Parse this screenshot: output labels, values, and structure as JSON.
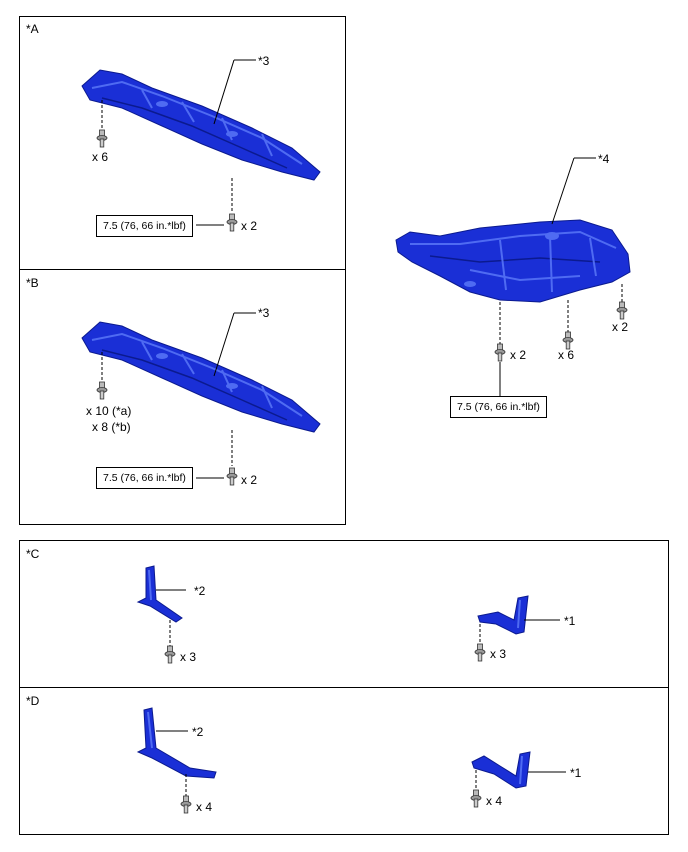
{
  "panels": {
    "A": {
      "label": "*A",
      "part_callout": "*3",
      "bolt_qty_1": "x 6",
      "torque": "7.5 (76, 66 in.*lbf)",
      "bolt_qty_2": "x 2"
    },
    "B": {
      "label": "*B",
      "part_callout": "*3",
      "bolt_qty_1a": "x 10 (*a)",
      "bolt_qty_1b": "x 8 (*b)",
      "torque": "7.5 (76, 66 in.*lbf)",
      "bolt_qty_2": "x 2"
    },
    "right": {
      "part_callout": "*4",
      "bolt_qty_left": "x 2",
      "bolt_qty_mid": "x 6",
      "bolt_qty_right": "x 2",
      "torque": "7.5 (76, 66 in.*lbf)"
    },
    "C": {
      "label": "*C",
      "left_callout": "*2",
      "left_qty": "x 3",
      "right_callout": "*1",
      "right_qty": "x 3"
    },
    "D": {
      "label": "*D",
      "left_callout": "*2",
      "left_qty": "x 4",
      "right_callout": "*1",
      "right_qty": "x 4"
    }
  },
  "colors": {
    "part_fill": "#1a2fd6",
    "part_dark": "#0b1a8f",
    "part_light": "#4f6bf2",
    "bolt": "#9a9a9a",
    "line": "#000000"
  }
}
